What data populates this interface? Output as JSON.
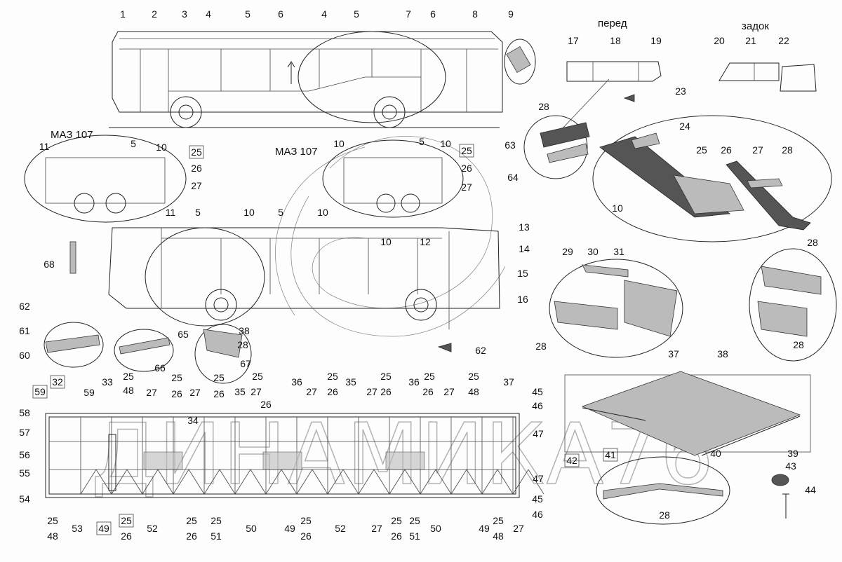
{
  "captions": {
    "front": "перед",
    "rear": "задок",
    "model_left": "МАЗ 107",
    "model_center": "МАЗ 107"
  },
  "watermark": "ДИНАМИКА76",
  "callouts": [
    "1",
    "2",
    "3",
    "4",
    "5",
    "6",
    "4",
    "5",
    "7",
    "6",
    "8",
    "9",
    "17",
    "18",
    "19",
    "20",
    "21",
    "22",
    "23",
    "11",
    "5",
    "10",
    "25",
    "26",
    "27",
    "10",
    "5",
    "10",
    "25",
    "26",
    "27",
    "28",
    "63",
    "64",
    "24",
    "25",
    "26",
    "27",
    "28",
    "10",
    "11",
    "5",
    "10",
    "5",
    "10",
    "10",
    "12",
    "13",
    "14",
    "15",
    "16",
    "68",
    "29",
    "30",
    "31",
    "28",
    "28",
    "28",
    "62",
    "61",
    "60",
    "65",
    "66",
    "38",
    "28",
    "67",
    "62",
    "58",
    "57",
    "59",
    "32",
    "59",
    "33",
    "25",
    "48",
    "27",
    "25",
    "26",
    "27",
    "25",
    "26",
    "34",
    "35",
    "25",
    "27",
    "26",
    "36",
    "25",
    "26",
    "27",
    "35",
    "25",
    "27",
    "26",
    "36",
    "25",
    "26",
    "27",
    "25",
    "48",
    "37",
    "45",
    "46",
    "56",
    "55",
    "54",
    "25",
    "48",
    "53",
    "49",
    "25",
    "26",
    "52",
    "25",
    "26",
    "25",
    "51",
    "50",
    "49",
    "25",
    "26",
    "52",
    "27",
    "25",
    "26",
    "25",
    "51",
    "50",
    "49",
    "25",
    "48",
    "27",
    "47",
    "47",
    "45",
    "46",
    "37",
    "38",
    "39",
    "42",
    "41",
    "40",
    "43",
    "44",
    "28"
  ]
}
